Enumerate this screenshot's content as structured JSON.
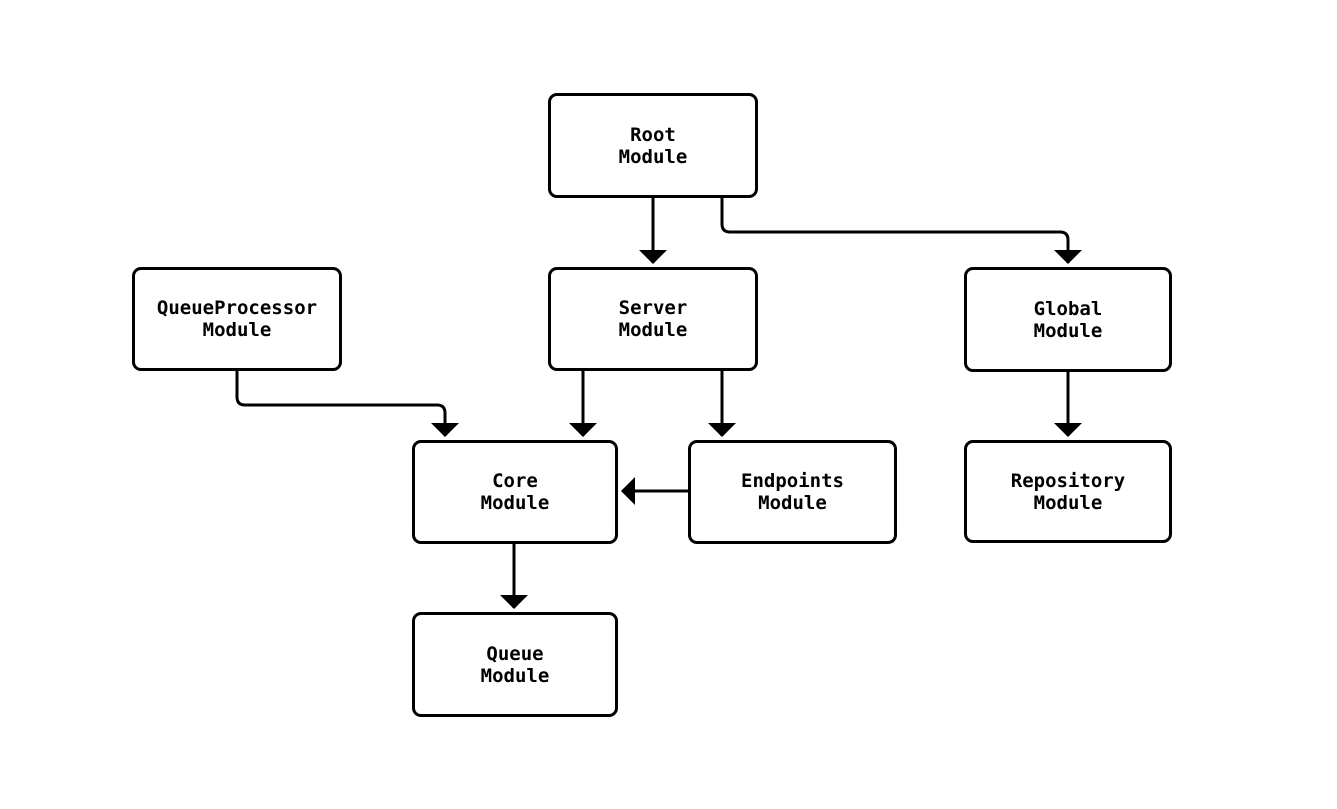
{
  "diagram": {
    "type": "flowchart",
    "direction": "top-down",
    "colors": {
      "node_border": "#000000",
      "node_fill": "#ffffff",
      "edge_stroke": "#000000",
      "text": "#000000",
      "background": "#ffffff"
    },
    "nodes": {
      "root": {
        "label": "Root\nModule"
      },
      "server": {
        "label": "Server\nModule"
      },
      "queueprocessor": {
        "label": "QueueProcessor\nModule"
      },
      "global": {
        "label": "Global\nModule"
      },
      "core": {
        "label": "Core\nModule"
      },
      "endpoints": {
        "label": "Endpoints\nModule"
      },
      "repository": {
        "label": "Repository\nModule"
      },
      "queue": {
        "label": "Queue\nModule"
      }
    },
    "edges": [
      {
        "from": "Root Module",
        "to": "Server Module"
      },
      {
        "from": "Root Module",
        "to": "Global Module"
      },
      {
        "from": "QueueProcessor Module",
        "to": "Core Module"
      },
      {
        "from": "Server Module",
        "to": "Core Module"
      },
      {
        "from": "Server Module",
        "to": "Endpoints Module"
      },
      {
        "from": "Endpoints Module",
        "to": "Core Module"
      },
      {
        "from": "Global Module",
        "to": "Repository Module"
      },
      {
        "from": "Core Module",
        "to": "Queue Module"
      }
    ]
  }
}
